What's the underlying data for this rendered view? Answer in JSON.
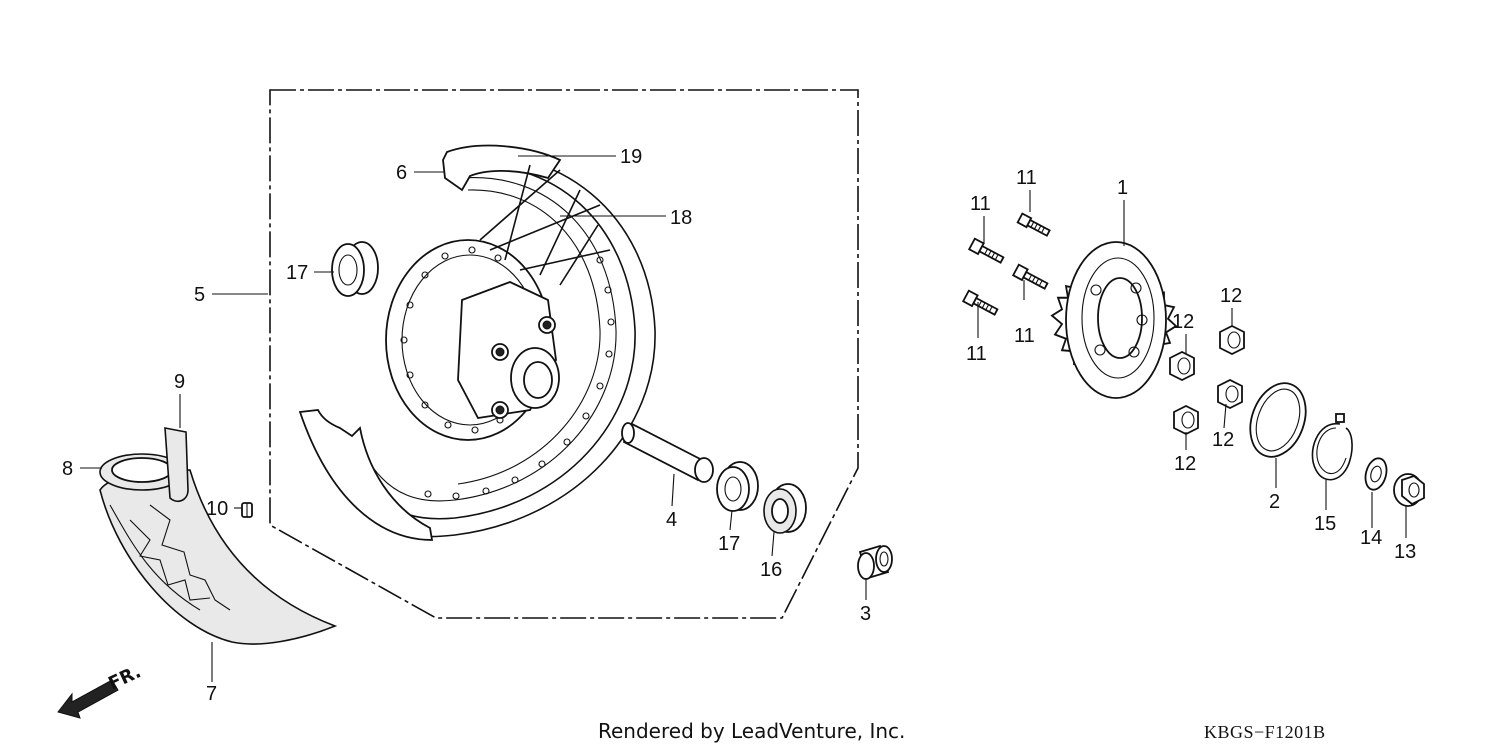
{
  "diagram": {
    "code": "KBGS−F1201B",
    "credit": "Rendered by LeadVenture, Inc.",
    "direction_label": "FR.",
    "callouts": [
      {
        "id": "c1",
        "label": "1"
      },
      {
        "id": "c2",
        "label": "2"
      },
      {
        "id": "c3",
        "label": "3"
      },
      {
        "id": "c4",
        "label": "4"
      },
      {
        "id": "c5",
        "label": "5"
      },
      {
        "id": "c6",
        "label": "6"
      },
      {
        "id": "c7",
        "label": "7"
      },
      {
        "id": "c8",
        "label": "8"
      },
      {
        "id": "c9",
        "label": "9"
      },
      {
        "id": "c10",
        "label": "10"
      },
      {
        "id": "c11a",
        "label": "11"
      },
      {
        "id": "c11b",
        "label": "11"
      },
      {
        "id": "c11c",
        "label": "11"
      },
      {
        "id": "c11d",
        "label": "11"
      },
      {
        "id": "c12a",
        "label": "12"
      },
      {
        "id": "c12b",
        "label": "12"
      },
      {
        "id": "c12c",
        "label": "12"
      },
      {
        "id": "c12d",
        "label": "12"
      },
      {
        "id": "c13",
        "label": "13"
      },
      {
        "id": "c14",
        "label": "14"
      },
      {
        "id": "c15",
        "label": "15"
      },
      {
        "id": "c16",
        "label": "16"
      },
      {
        "id": "c17a",
        "label": "17"
      },
      {
        "id": "c17b",
        "label": "17"
      },
      {
        "id": "c18",
        "label": "18"
      },
      {
        "id": "c19",
        "label": "19"
      }
    ]
  }
}
